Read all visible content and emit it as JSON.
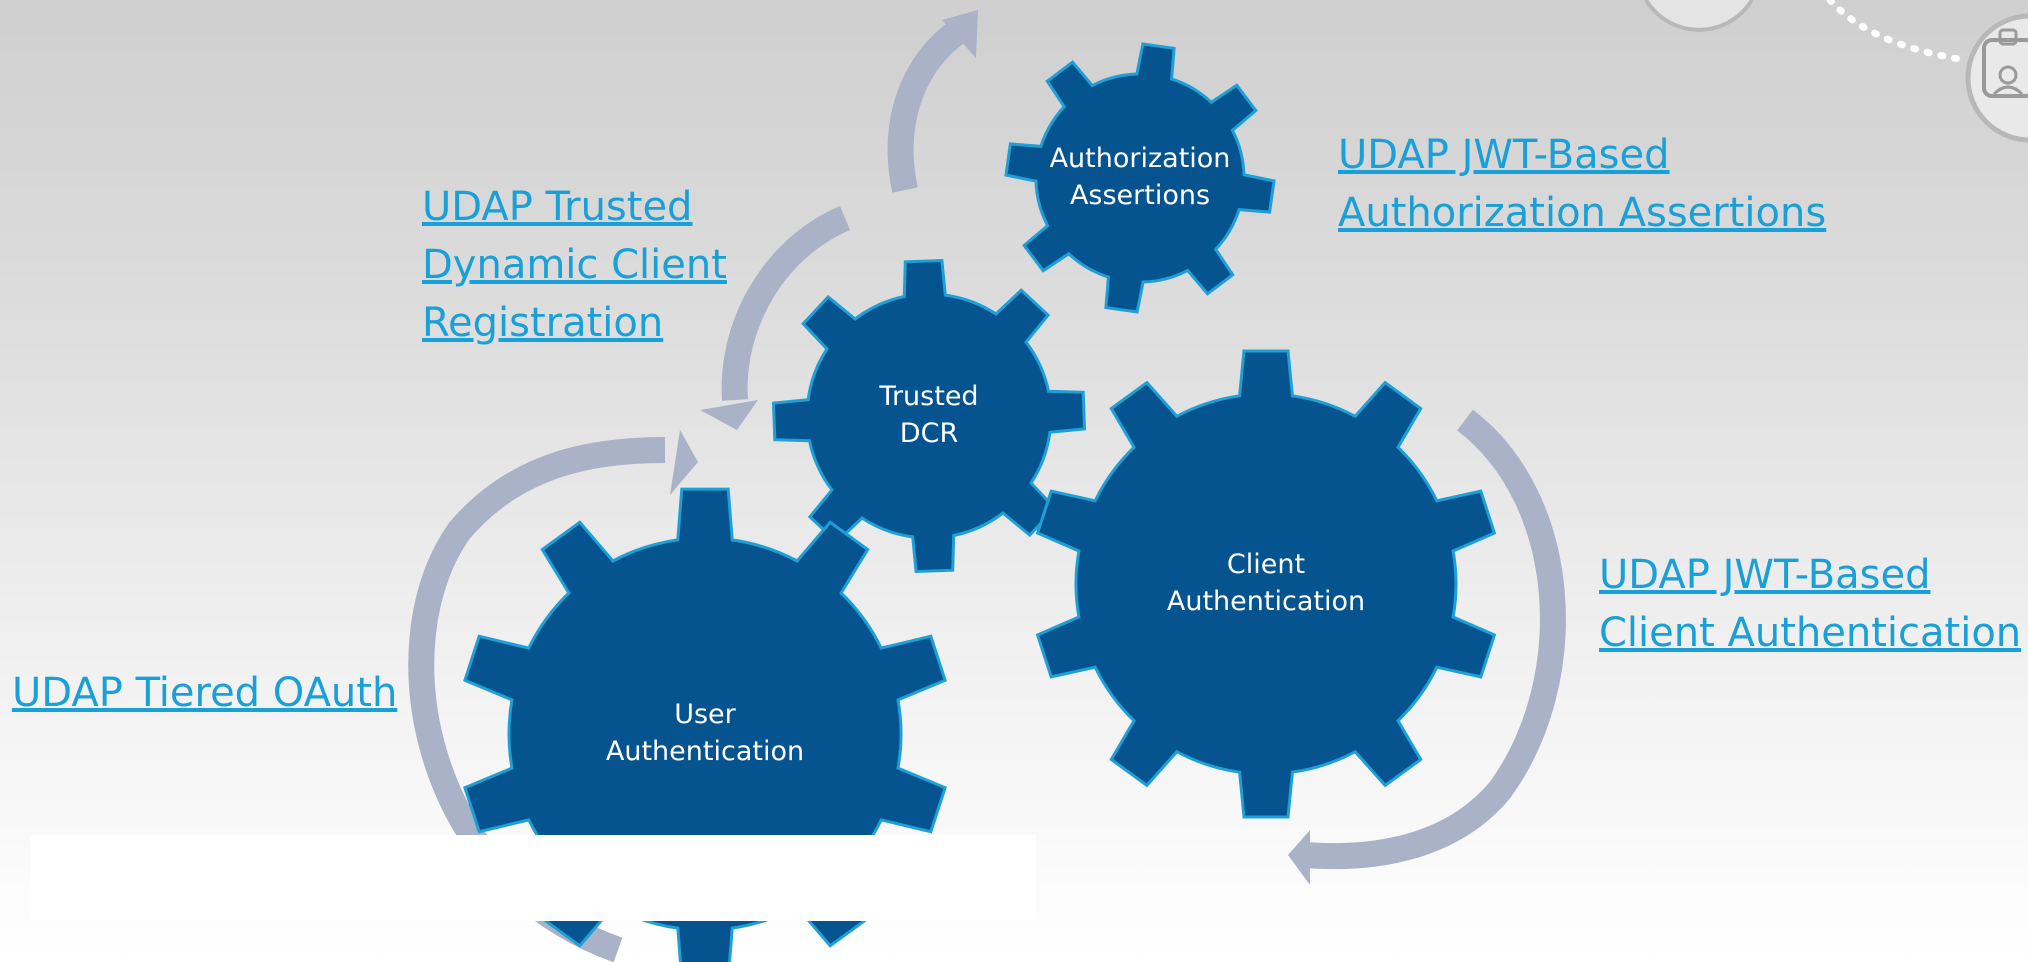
{
  "gears": [
    {
      "id": "authorization-assertions",
      "lines": [
        "Authorization",
        "Assertions"
      ]
    },
    {
      "id": "trusted-dcr",
      "lines": [
        "Trusted",
        "DCR"
      ]
    },
    {
      "id": "client-authentication",
      "lines": [
        "Client",
        "Authentication"
      ]
    },
    {
      "id": "user-authentication",
      "lines": [
        "User",
        "Authentication"
      ]
    }
  ],
  "links": {
    "trusted_dcr": [
      "UDAP Trusted",
      "Dynamic Client",
      "Registration"
    ],
    "authorization_assertions": [
      "UDAP JWT-Based",
      "Authorization Assertions"
    ],
    "client_authentication": [
      "UDAP JWT-Based",
      "Client Authentication"
    ],
    "tiered_oauth": [
      "UDAP Tiered OAuth"
    ]
  },
  "colors": {
    "gear_fill": "#06548f",
    "gear_stroke": "#1e9fd6",
    "arrow": "#a9b2c7",
    "link": "#1aa0d8"
  },
  "icons": [
    "user-badge-icon"
  ]
}
